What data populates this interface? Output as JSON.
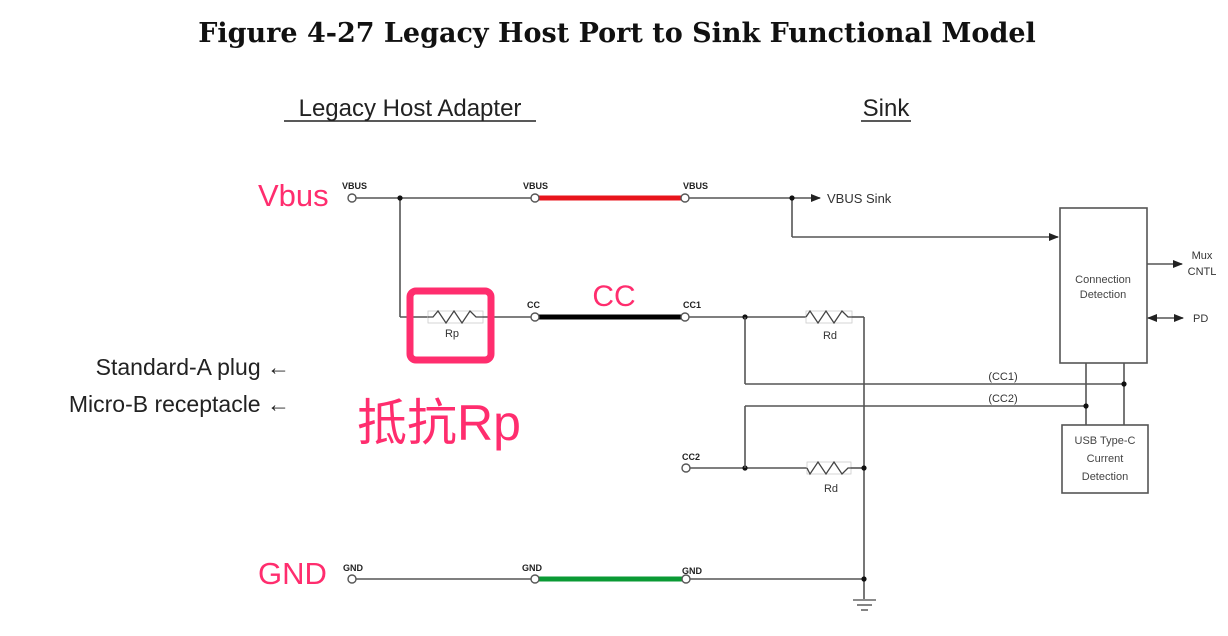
{
  "figure": {
    "title": "Figure 4-27  Legacy Host Port to Sink Functional Model",
    "section_left": "Legacy Host Adapter",
    "section_right": "Sink"
  },
  "annotations": {
    "vbus": "Vbus",
    "cc": "CC",
    "gnd": "GND",
    "rp": "抵抗Rp",
    "color": "#ff2d6e"
  },
  "pins": {
    "host_vbus": "VBUS",
    "cable_vbus_left": "VBUS",
    "cable_vbus_right": "VBUS",
    "cable_cc_left": "CC",
    "cable_cc1_right": "CC1",
    "sink_cc2": "CC2",
    "host_gnd": "GND",
    "cable_gnd_left": "GND",
    "cable_gnd_right": "GND"
  },
  "cable_colors": {
    "vbus": "#e8141c",
    "cc": "#000000",
    "gnd": "#0a9a34"
  },
  "components": {
    "rp": "Rp",
    "rd1": "Rd",
    "rd2": "Rd"
  },
  "signals": {
    "vbus_sink": "VBUS Sink",
    "cc1_bus": "(CC1)",
    "cc2_bus": "(CC2)",
    "mux_line1": "Mux",
    "mux_line2": "CNTL",
    "pd": "PD"
  },
  "blocks": {
    "connection_detection": [
      "Connection",
      "Detection"
    ],
    "current_detection": [
      "USB Type-C",
      "Current",
      "Detection"
    ]
  },
  "side_labels": {
    "standard_a": "Standard-A plug ←",
    "micro_b": "Micro-B receptacle ←"
  }
}
